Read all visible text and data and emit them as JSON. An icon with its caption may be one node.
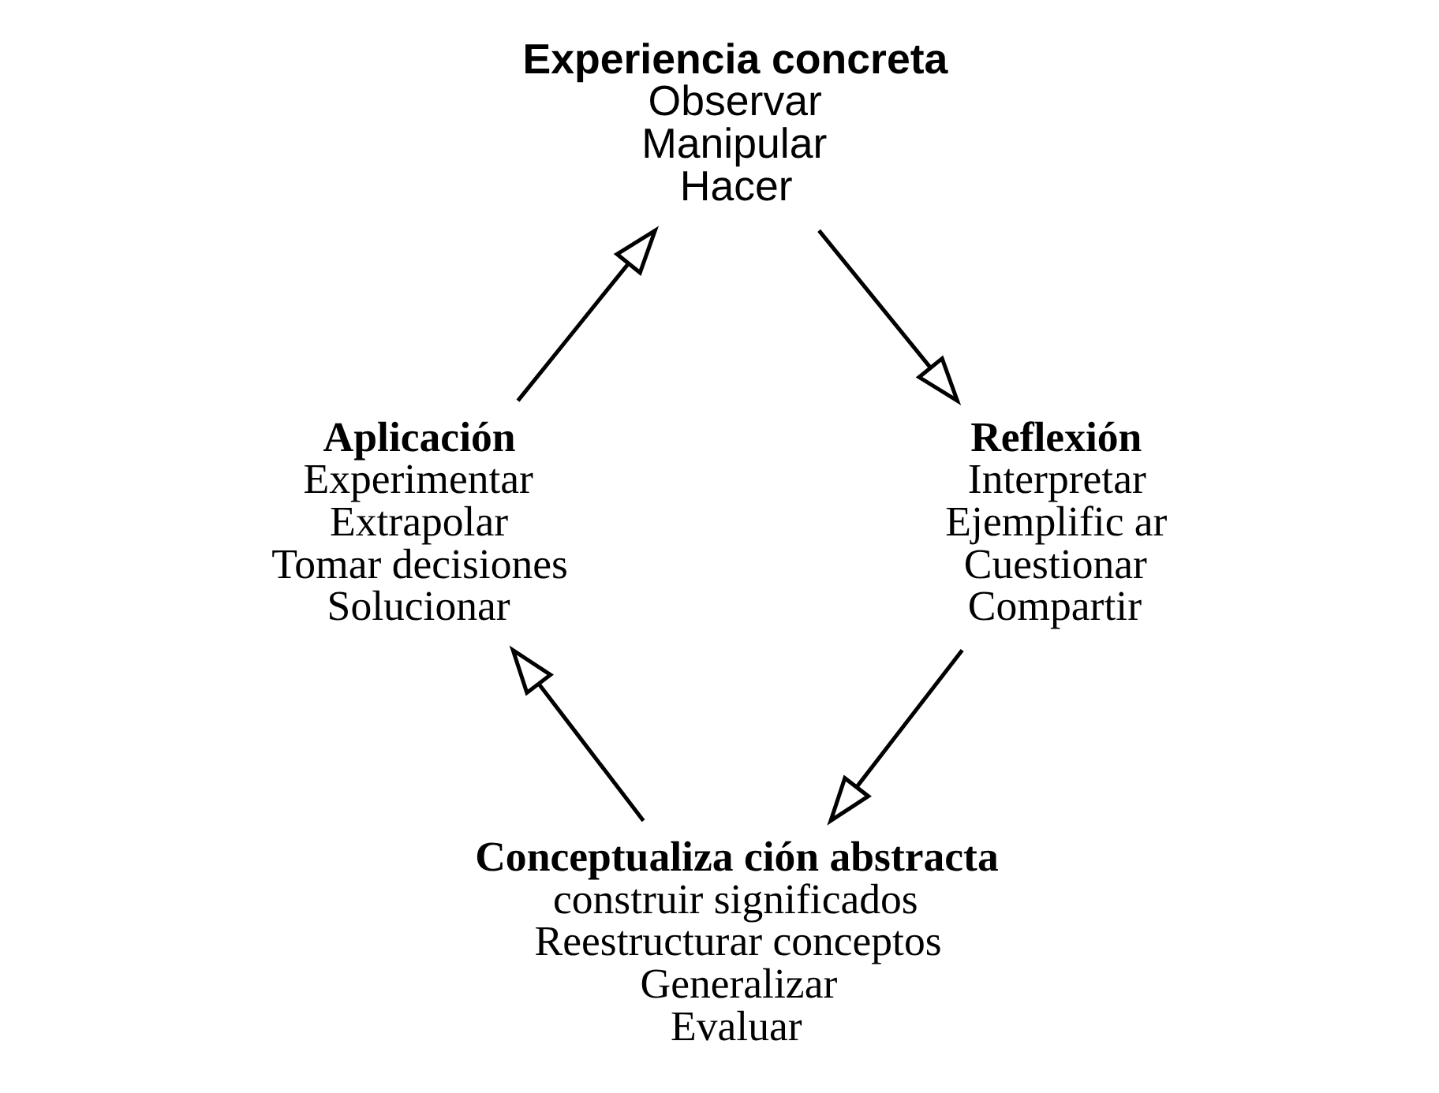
{
  "diagram": {
    "nodes": [
      {
        "text": [
          "Experiencia concreta",
          "Observar",
          "Manipular",
          "Hacer"
        ]
      },
      {
        "text": [
          "Reflexión",
          "Interpretar",
          "Ejemplific ar",
          "Cuestionar",
          "Compartir"
        ]
      },
      {
        "text": [
          "Conceptualiza ción abstracta",
          "construir significados",
          "Reestructurar conceptos",
          "Generalizar",
          "Evaluar"
        ]
      },
      {
        "text": [
          "Aplicación",
          "Experimentar",
          "Extrapolar",
          "Tomar decisiones",
          "Solucionar"
        ]
      }
    ],
    "edges": [
      {
        "from": 3,
        "to": 0,
        "arrow": "to"
      },
      {
        "from": 0,
        "to": 1,
        "arrow": "to"
      },
      {
        "from": 1,
        "to": 2,
        "arrow": "to"
      },
      {
        "from": 2,
        "to": 3,
        "arrow": "to"
      }
    ]
  }
}
